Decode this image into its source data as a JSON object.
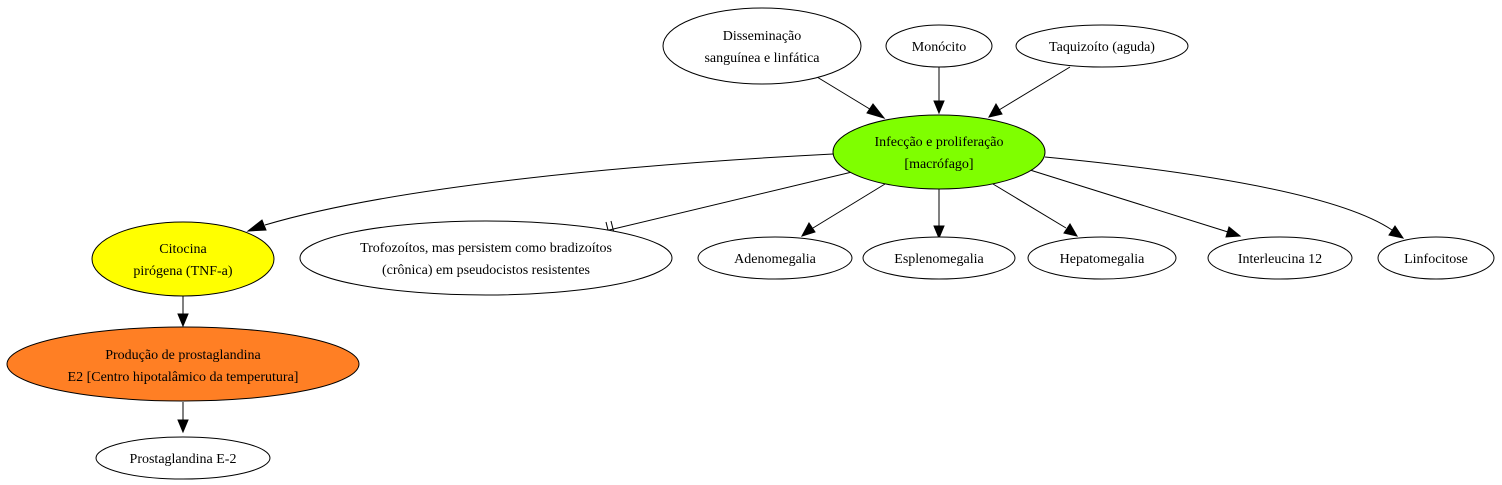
{
  "colors": {
    "infection": "#7fff00",
    "cytokine": "#ffff00",
    "prostaglandin_production": "#ff7f24",
    "default": "#ffffff"
  },
  "nodes": {
    "dissemination": {
      "line1": "Disseminação",
      "line2": "sanguínea e linfática"
    },
    "monocyte": {
      "line1": "Monócito"
    },
    "tachyzoite": {
      "line1": "Taquizoíto (aguda)"
    },
    "infection": {
      "line1": "Infecção e proliferação",
      "line2": "[macrófago]"
    },
    "cytokine": {
      "line1": "Citocina",
      "line2": "pirógena (TNF-a)"
    },
    "trophozoites": {
      "line1": "Trofozoítos, mas persistem como bradizoítos",
      "line2": "(crônica) em pseudocistos resistentes"
    },
    "adenomegaly": {
      "line1": "Adenomegalia"
    },
    "splenomegaly": {
      "line1": "Esplenomegalia"
    },
    "hepatomegaly": {
      "line1": "Hepatomegalia"
    },
    "interleukin": {
      "line1": "Interleucina 12"
    },
    "lymphocytosis": {
      "line1": "Linfocitose"
    },
    "prostaglandin_production": {
      "line1": "Produção de prostaglandina",
      "line2": "E2 [Centro hipotalâmico da temperutura]"
    },
    "prostaglandin": {
      "line1": "Prostaglandina E-2"
    }
  }
}
